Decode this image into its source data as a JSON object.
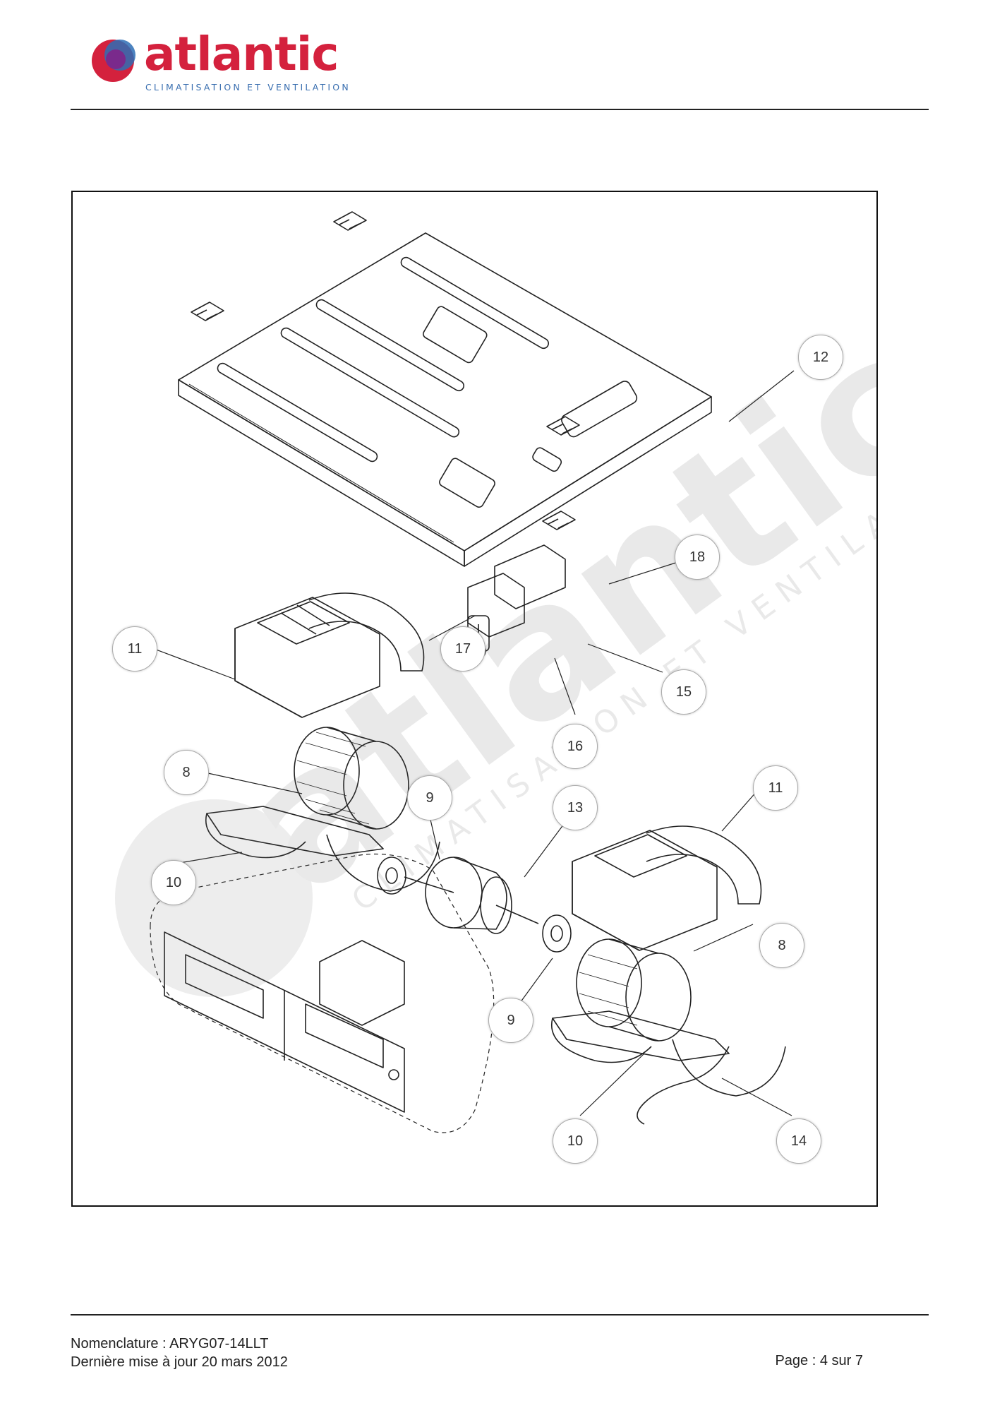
{
  "header": {
    "brand": "atlantic",
    "tagline": "CLIMATISATION ET VENTILATION",
    "colors": {
      "brand_red": "#d4213d",
      "brand_blue": "#2d6db5",
      "brand_purple": "#7a2a8c"
    }
  },
  "diagram": {
    "watermark": {
      "brand": "atlantic",
      "tagline": "CLIMATISATION ET VENTILATION"
    },
    "callouts": [
      {
        "label": "12"
      },
      {
        "label": "18"
      },
      {
        "label": "11"
      },
      {
        "label": "17"
      },
      {
        "label": "15"
      },
      {
        "label": "16"
      },
      {
        "label": "8"
      },
      {
        "label": "9"
      },
      {
        "label": "13"
      },
      {
        "label": "11"
      },
      {
        "label": "10"
      },
      {
        "label": "8"
      },
      {
        "label": "9"
      },
      {
        "label": "10"
      },
      {
        "label": "14"
      }
    ]
  },
  "footer": {
    "line1": "Nomenclature : ARYG07-14LLT",
    "line2": "Dernière mise à jour 20 mars 2012",
    "page": "Page : 4 sur 7"
  }
}
